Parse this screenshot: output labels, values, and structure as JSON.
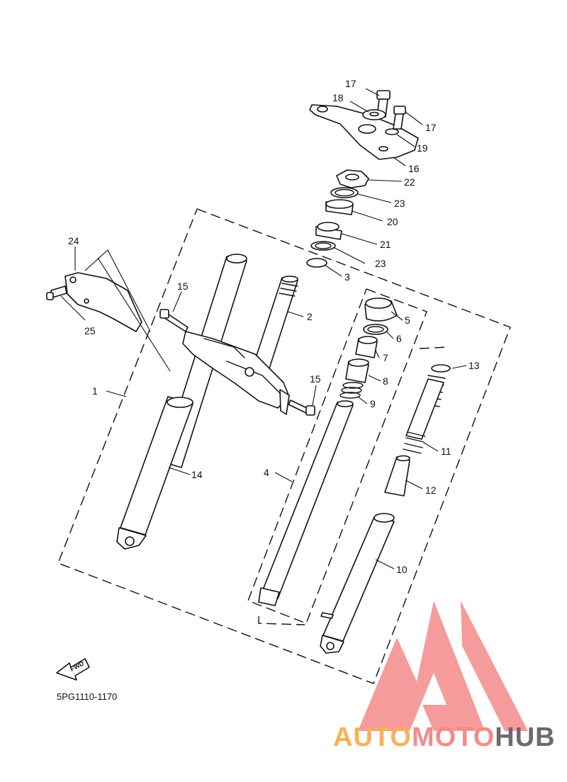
{
  "diagram_code": "5PG1110-1170",
  "fwd_label": "FWD",
  "callouts": [
    "1",
    "2",
    "3",
    "4",
    "5",
    "6",
    "7",
    "8",
    "9",
    "10",
    "11",
    "12",
    "13",
    "14",
    "15",
    "15",
    "16",
    "17",
    "17",
    "18",
    "19",
    "20",
    "21",
    "22",
    "23",
    "23",
    "24",
    "25"
  ],
  "watermark": {
    "brand_part1": "AUTO",
    "brand_part2": "MOTO",
    "brand_part3": "HUB",
    "colors": {
      "logo": "#f58a8a",
      "part1": "#f7b15a",
      "part2": "#f58a8a",
      "part3": "#6b6b6b"
    }
  }
}
